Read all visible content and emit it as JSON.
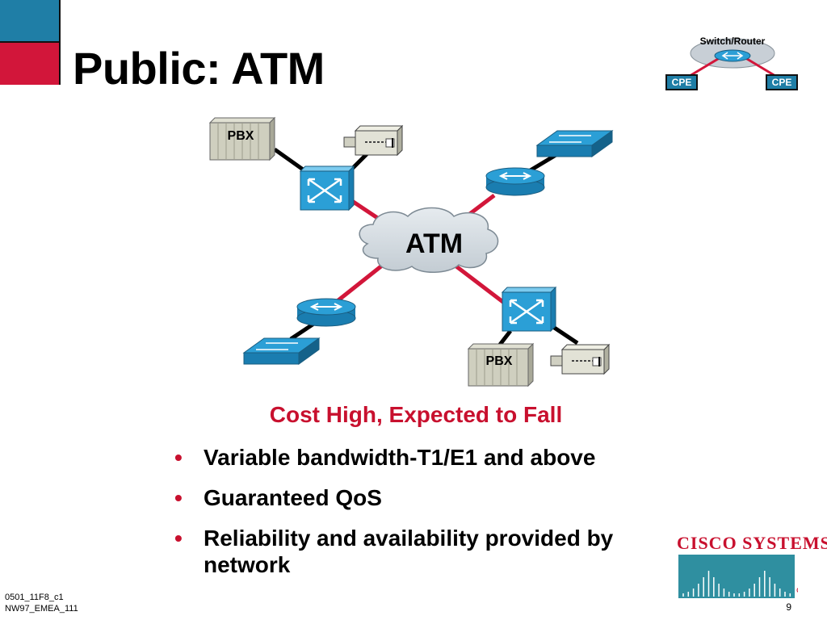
{
  "slide": {
    "title": "Public: ATM",
    "tagline": "Cost High, Expected to Fall",
    "bullets": [
      "Variable bandwidth-T1/E1 and above",
      "Guaranteed QoS",
      "Reliability and availability provided by network"
    ],
    "bullet_glyph": "•"
  },
  "legend": {
    "router_label": "Switch/Router",
    "cpe_left": "CPE",
    "cpe_right": "CPE"
  },
  "diagram": {
    "cloud_label": "ATM",
    "pbx_top_label": "PBX",
    "pbx_bottom_label": "PBX"
  },
  "logo": {
    "text": "CISCO SYSTEMS"
  },
  "footer": {
    "code_line1": "0501_11F8_c1",
    "code_line2": "NW97_EMEA_111",
    "page_number": "9"
  },
  "colors": {
    "accent_red": "#c8102e",
    "corner_blue": "#1f7ea6",
    "device_blue": "#2b9fd6",
    "link_red": "#d2163a"
  },
  "icons": [
    "atm-switch-icon",
    "router-icon",
    "lan-switch-icon",
    "pbx-icon",
    "video-camera-icon",
    "atm-cloud-icon",
    "cisco-logo-icon"
  ]
}
